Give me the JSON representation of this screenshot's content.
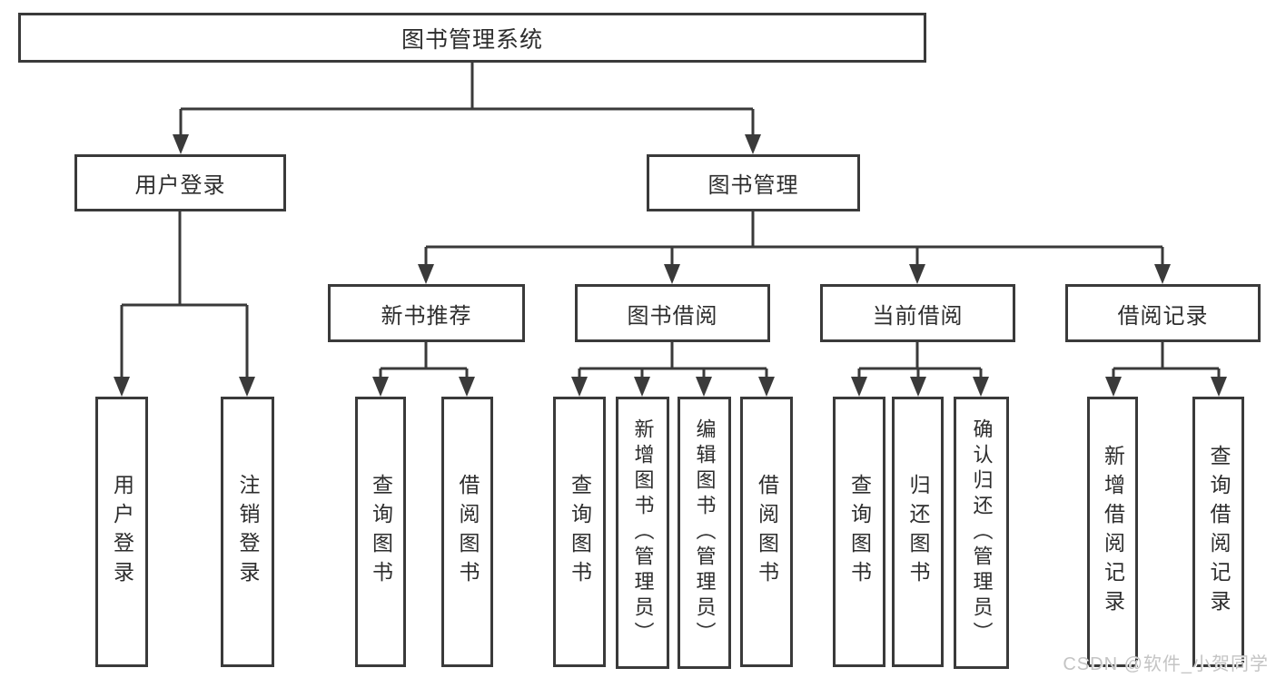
{
  "diagram_type": "hierarchy-tree",
  "colors": {
    "line": "#3a3a3a",
    "box_fill": "#ffffff",
    "text": "#2d2d2d",
    "watermark": "#c4c4c4"
  },
  "nodes": {
    "root": {
      "label": "图书管理系统"
    },
    "level2": {
      "user_login": {
        "label": "用户登录"
      },
      "book_mgmt": {
        "label": "图书管理"
      }
    },
    "level3": {
      "new_book_rec": {
        "label": "新书推荐",
        "parent": "图书管理"
      },
      "book_borrow": {
        "label": "图书借阅",
        "parent": "图书管理"
      },
      "current_borrow": {
        "label": "当前借阅",
        "parent": "图书管理"
      },
      "borrow_records": {
        "label": "借阅记录",
        "parent": "图书管理"
      }
    },
    "leaves": {
      "user_login": {
        "label": "用户登录",
        "parent": "用户登录"
      },
      "logout": {
        "label": "注销登录",
        "parent": "用户登录"
      },
      "rec_query_books": {
        "label": "查询图书",
        "parent": "新书推荐"
      },
      "rec_borrow_books": {
        "label": "借阅图书",
        "parent": "新书推荐"
      },
      "bb_query_books": {
        "label": "查询图书",
        "parent": "图书借阅"
      },
      "bb_add_books": {
        "label": "新增图书（管理员）",
        "parent": "图书借阅"
      },
      "bb_edit_books": {
        "label": "编辑图书（管理员）",
        "parent": "图书借阅"
      },
      "bb_borrow_books": {
        "label": "借阅图书",
        "parent": "图书借阅"
      },
      "cb_query_books": {
        "label": "查询图书",
        "parent": "当前借阅"
      },
      "cb_return_books": {
        "label": "归还图书",
        "parent": "当前借阅"
      },
      "cb_confirm_return": {
        "label": "确认归还（管理员）",
        "parent": "当前借阅"
      },
      "br_add_record": {
        "label": "新增借阅记录",
        "parent": "借阅记录"
      },
      "br_query_record": {
        "label": "查询借阅记录",
        "parent": "借阅记录"
      }
    }
  },
  "watermark": "CSDN @软件_小贺同学"
}
